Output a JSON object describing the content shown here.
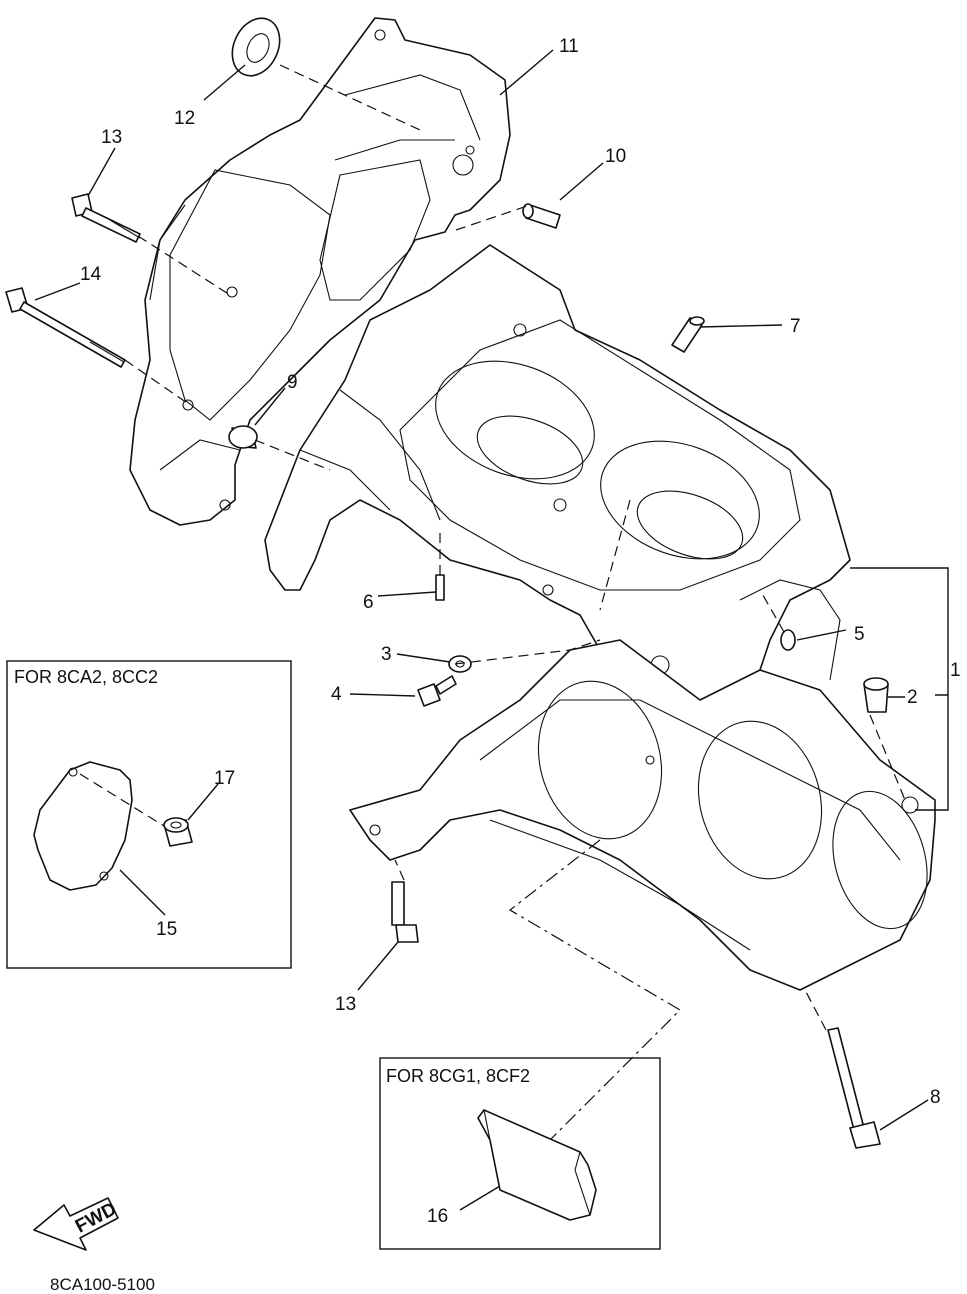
{
  "callouts": [
    {
      "id": "1",
      "text": "1"
    },
    {
      "id": "2",
      "text": "2"
    },
    {
      "id": "3",
      "text": "3"
    },
    {
      "id": "4",
      "text": "4"
    },
    {
      "id": "5",
      "text": "5"
    },
    {
      "id": "6",
      "text": "6"
    },
    {
      "id": "7",
      "text": "7"
    },
    {
      "id": "8",
      "text": "8"
    },
    {
      "id": "9",
      "text": "9"
    },
    {
      "id": "10",
      "text": "10"
    },
    {
      "id": "11",
      "text": "11"
    },
    {
      "id": "12",
      "text": "12"
    },
    {
      "id": "13a",
      "text": "13"
    },
    {
      "id": "13b",
      "text": "13"
    },
    {
      "id": "14",
      "text": "14"
    },
    {
      "id": "15",
      "text": "15"
    },
    {
      "id": "16",
      "text": "16"
    },
    {
      "id": "17",
      "text": "17"
    }
  ],
  "insets": {
    "left": {
      "title": "FOR 8CA2, 8CC2"
    },
    "bottom": {
      "title": "FOR 8CG1, 8CF2"
    }
  },
  "fwd_arrow": {
    "text": "FWD"
  },
  "diagram_code": "8CA100-5100"
}
